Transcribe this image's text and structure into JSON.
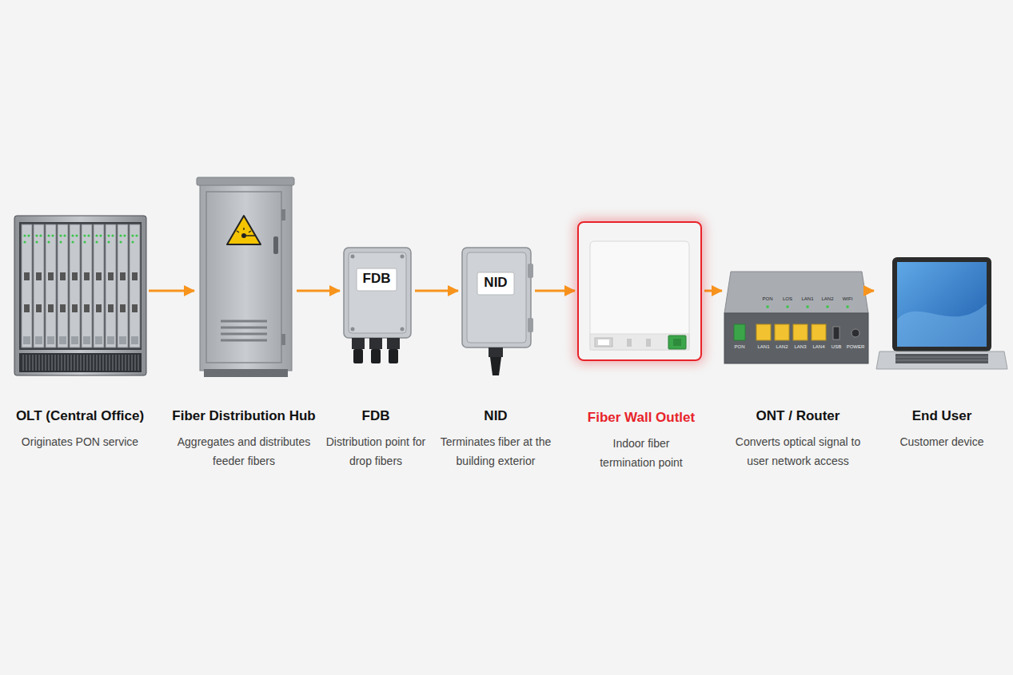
{
  "diagram": {
    "nodes": [
      {
        "text": [
          "OLT (Central Office)",
          "Originates PON service"
        ]
      },
      {
        "text": [
          "Fiber Distribution Hub",
          "Aggregates and distributes feeder fibers"
        ]
      },
      {
        "text": [
          "FDB",
          "Distribution point for drop fibers"
        ]
      },
      {
        "text": [
          "NID",
          "Terminates fiber at the building exterior"
        ]
      },
      {
        "text": [
          "Fiber Wall Outlet",
          "Indoor fiber termination point"
        ]
      },
      {
        "text": [
          "ONT / Router",
          "Converts optical signal to user network access"
        ]
      },
      {
        "text": [
          "End User",
          "Customer device"
        ]
      }
    ],
    "edges": [
      {
        "from": 0,
        "to": 1,
        "arrow": "to"
      },
      {
        "from": 1,
        "to": 2,
        "arrow": "to"
      },
      {
        "from": 2,
        "to": 3,
        "arrow": "to"
      },
      {
        "from": 3,
        "to": 4,
        "arrow": "to"
      },
      {
        "from": 4,
        "to": 5,
        "arrow": "to"
      },
      {
        "from": 5,
        "to": 6,
        "arrow": "to"
      }
    ],
    "labels": [
      "FDB",
      "NID",
      "PON",
      "LOS",
      "LAN1",
      "LAN2",
      "WIFI",
      "PON",
      "LAN1",
      "LAN2",
      "LAN3",
      "LAN4",
      "USB",
      "POWER"
    ]
  }
}
